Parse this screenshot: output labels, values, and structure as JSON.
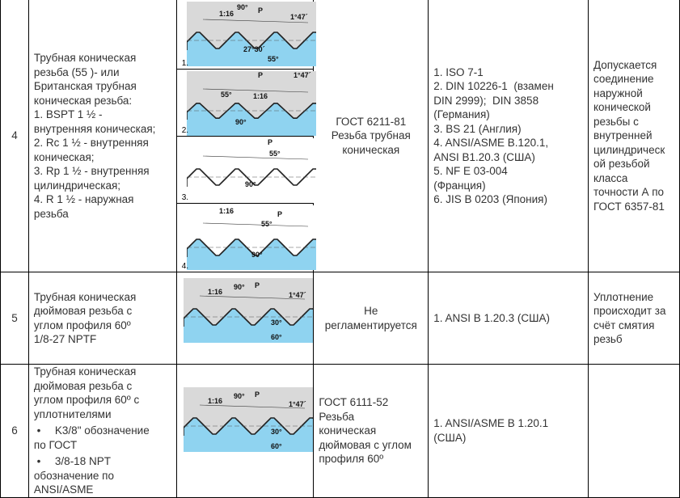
{
  "rows": [
    {
      "num": "4",
      "description": [
        "Трубная коническая",
        "резьба (55 )- или",
        "Британская трубная",
        "коническая резьба:",
        "1. BSPT 1 ½ -",
        "внутренняя коническая;",
        "2. Rc 1 ½ - внутренняя",
        "коническая;",
        "3. Rp 1 ½ - внутренняя",
        "цилиндрическая;",
        "4. R 1 ½ - наружная",
        "резьба"
      ],
      "figures": [
        {
          "index": "1.",
          "labels": [
            "1:16",
            "90°",
            "P",
            "1°47´",
            "27°30´",
            "55°"
          ]
        },
        {
          "index": "2.",
          "labels": [
            "P",
            "1°47´",
            "55°",
            "1:16",
            "90°"
          ]
        },
        {
          "index": "3.",
          "labels": [
            "P",
            "55°",
            "90°"
          ]
        },
        {
          "index": "4.",
          "labels": [
            "1:16",
            "P",
            "55°",
            "90°"
          ]
        }
      ],
      "gost": [
        "ГОСТ 6211-81",
        "Резьба трубная",
        "коническая"
      ],
      "standards": [
        "1. ISO 7-1",
        "2. DIN 10226-1  (взамен",
        "DIN 2999);  DIN 3858",
        "(Германия)",
        "3. BS 21 (Англия)",
        "4. ANSI/ASME B.120.1,",
        "ANSI B1.20.3 (США)",
        "5. NF E 03-004",
        "(Франция)",
        "6. JIS B 0203 (Япония)"
      ],
      "notes": [
        "Допускается",
        "соединение",
        "наружной",
        "конической",
        "резьбы с",
        "внутренней",
        "цилиндрическ",
        "ой резьбой",
        "класса",
        "точности А по",
        "ГОСТ 6357-81"
      ]
    },
    {
      "num": "5",
      "description": [
        "Трубная коническая",
        "дюймовая резьба с",
        "углом профиля 60º",
        "1/8-27 NPTF"
      ],
      "figures": [
        {
          "index": "",
          "labels": [
            "1:16",
            "90°",
            "P",
            "1°47´",
            "30°",
            "60°"
          ]
        }
      ],
      "gost": [
        "Не",
        "регламентируется"
      ],
      "standards": [
        "1. ANSI B 1.20.3 (США)"
      ],
      "notes": [
        "Уплотнение",
        "происходит за",
        "счёт смятия",
        "резьб"
      ]
    },
    {
      "num": "6",
      "description": [
        "Трубная коническая",
        "дюймовая резьба с",
        "углом профиля 60º с",
        "уплотнителями"
      ],
      "bullets": [
        [
          "K3/8\" обозначение",
          "по ГОСТ"
        ],
        [
          "3/8-18 NPT",
          "обозначение по",
          "ANSI/ASME"
        ]
      ],
      "figures": [
        {
          "index": "",
          "labels": [
            "1:16",
            "90°",
            "P",
            "1°47´",
            "30°",
            "60°"
          ]
        }
      ],
      "gost": [
        "ГОСТ 6111-52",
        "Резьба",
        "коническая",
        "дюймовая с углом",
        "профиля 60º"
      ],
      "standards": [
        "1. ANSI/ASME B 1.20.1",
        "(США)"
      ],
      "notes": []
    }
  ],
  "colors": {
    "thread_fill": "#8fd3f0",
    "figure_bg": "#d9d9d9",
    "text": "#333333"
  }
}
